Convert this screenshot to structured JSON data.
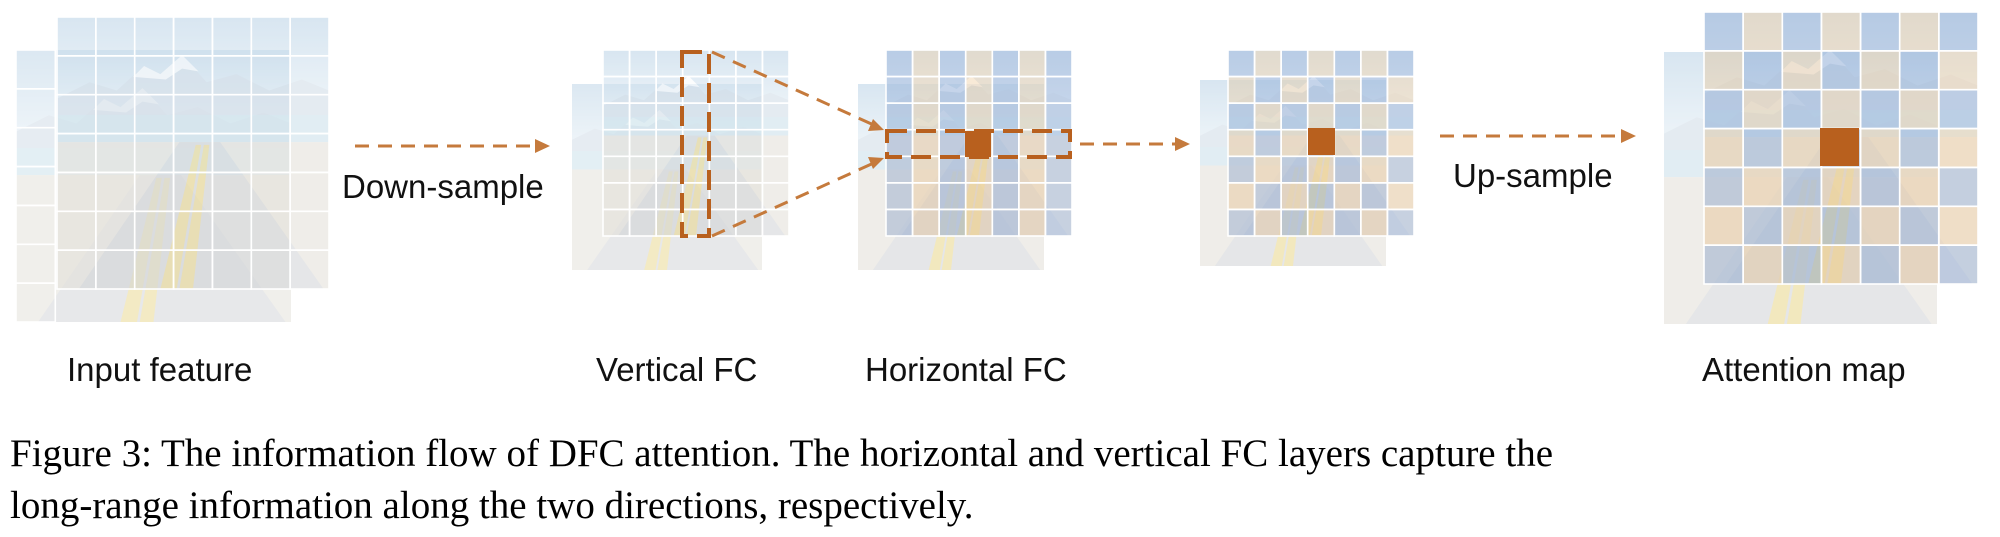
{
  "labels": {
    "input": "Input feature",
    "vertical": "Vertical FC",
    "horizontal": "Horizontal FC",
    "attention": "Attention map",
    "down": "Down-sample",
    "up": "Up-sample"
  },
  "caption": {
    "line1": "Figure 3: The information flow of DFC attention. The horizontal and vertical FC layers capture the",
    "line2": "long-range information along the two directions, respectively."
  },
  "colors": {
    "accent": "#b8601e",
    "arrow": "#c57a3c",
    "blue_tint": "#7f9ed0",
    "orange_tint": "#f0c690",
    "grid_line": "#ffffff"
  }
}
